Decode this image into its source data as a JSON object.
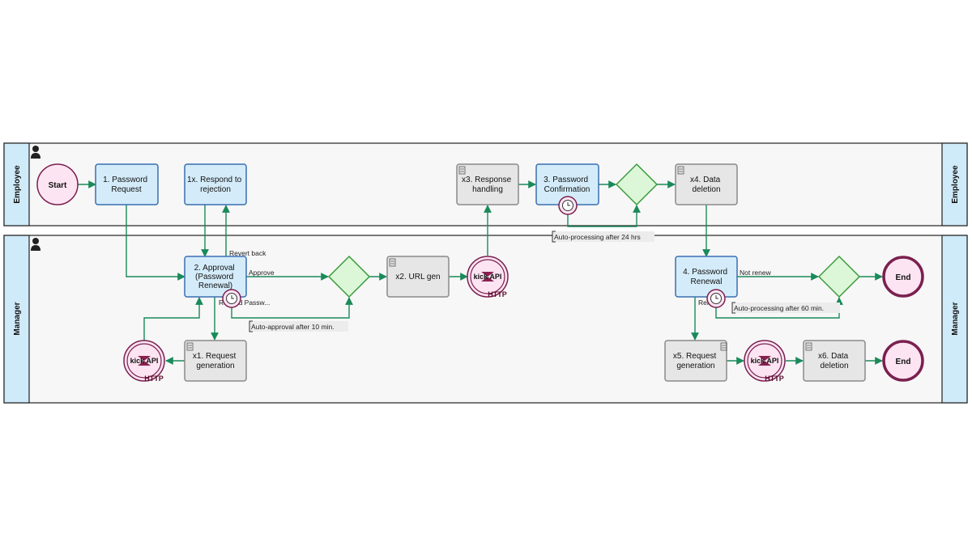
{
  "lanes": [
    {
      "id": "employee",
      "label": "Employee"
    },
    {
      "id": "manager",
      "label": "Manager"
    }
  ],
  "events": {
    "start": "Start",
    "end1": "End",
    "end2": "End"
  },
  "tasks": {
    "t1": [
      "1. Password",
      "Request"
    ],
    "t1x": [
      "1x. Respond to",
      "rejection"
    ],
    "tx3": [
      "x3. Response",
      "handling"
    ],
    "t3": [
      "3. Password",
      "Confirmation"
    ],
    "tx4": [
      "x4. Data",
      "deletion"
    ],
    "t2": [
      "2. Approval",
      "(Password",
      "Renewal)"
    ],
    "tx2": [
      "x2. URL gen"
    ],
    "t4": [
      "4. Password",
      "Renewal"
    ],
    "tx1": [
      "x1. Request",
      "generation"
    ],
    "tx5": [
      "x5. Request",
      "generation"
    ],
    "tx6": [
      "x6. Data",
      "deletion"
    ]
  },
  "api": {
    "label": "kick API",
    "protocol": "HTTP"
  },
  "edge_labels": {
    "revert_back": "Revert back",
    "approve": "Approve",
    "resend": "Resend Passw...",
    "not_renew": "Not renew",
    "renew": "Renew"
  },
  "timer_notes": {
    "auto_approval": "Auto-approval after 10 min.",
    "auto_24": "Auto-processing after 24 hrs",
    "auto_60": "Auto-processing after 60 min."
  },
  "colors": {
    "flow": "#1a8a5a",
    "human_task_fill": "#d4ecfa",
    "human_task_stroke": "#3a6fb0",
    "system_task_fill": "#e6e6e6",
    "system_task_stroke": "#8a8a8a",
    "gateway_fill": "#dcf7d8",
    "gateway_stroke": "#3a9a3a",
    "event_fill": "#fde4f2",
    "event_stroke": "#7a2050",
    "lane_side": "#cfeaf8"
  }
}
